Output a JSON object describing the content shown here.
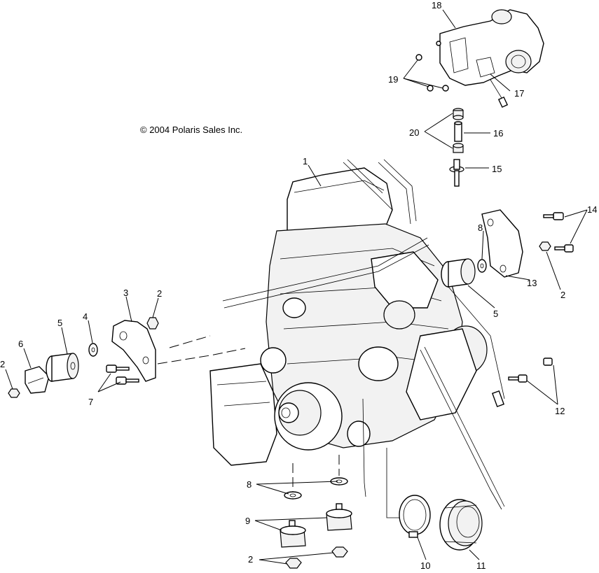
{
  "copyright": "© 2004 Polaris Sales Inc.",
  "callouts": {
    "c1": "1",
    "c2a": "2",
    "c2b": "2",
    "c2c": "2",
    "c2d": "2",
    "c3": "3",
    "c4": "4",
    "c5a": "5",
    "c5b": "5",
    "c6": "6",
    "c7": "7",
    "c8a": "8",
    "c8b": "8",
    "c9": "9",
    "c10": "10",
    "c11": "11",
    "c12": "12",
    "c13": "13",
    "c14": "14",
    "c15": "15",
    "c16": "16",
    "c17": "17",
    "c18": "18",
    "c19": "19",
    "c20": "20"
  }
}
